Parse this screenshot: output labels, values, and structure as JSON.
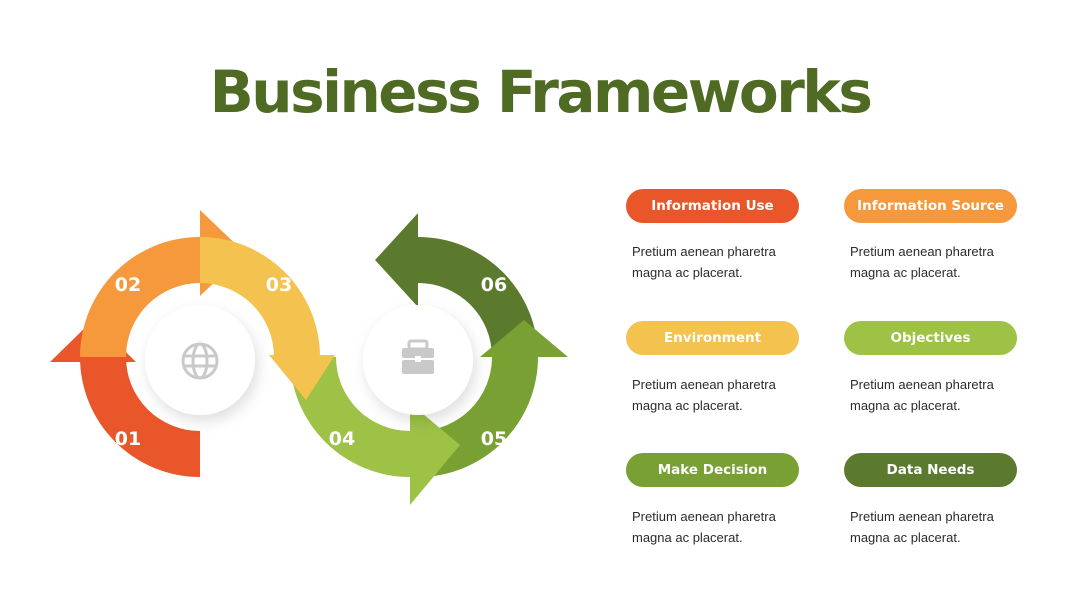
{
  "title": "Business Frameworks",
  "steps": [
    "01",
    "02",
    "03",
    "04",
    "05",
    "06"
  ],
  "colors": {
    "title": "#4e6a23",
    "step_01": "#e8562a",
    "step_02": "#f6983c",
    "step_03": "#f3c24f",
    "step_04": "#9dc246",
    "step_05": "#78a032",
    "step_06": "#5c7a2e"
  },
  "center_icons": [
    "globe-icon",
    "briefcase-icon"
  ],
  "cards": [
    {
      "label": "Information Use",
      "text_line1": "Pretium aenean pharetra",
      "text_line2": "magna ac placerat.",
      "color": "#e8562a"
    },
    {
      "label": "Information Source",
      "text_line1": "Pretium aenean pharetra",
      "text_line2": "magna ac placerat.",
      "color": "#f6983c"
    },
    {
      "label": "Environment",
      "text_line1": "Pretium aenean pharetra",
      "text_line2": "magna ac placerat.",
      "color": "#f3c24f"
    },
    {
      "label": "Objectives",
      "text_line1": "Pretium aenean pharetra",
      "text_line2": "magna ac placerat.",
      "color": "#9dc246"
    },
    {
      "label": "Make Decision",
      "text_line1": "Pretium aenean pharetra",
      "text_line2": "magna ac placerat.",
      "color": "#78a032"
    },
    {
      "label": "Data Needs",
      "text_line1": "Pretium aenean pharetra",
      "text_line2": "magna ac placerat.",
      "color": "#5c7a2e"
    }
  ]
}
